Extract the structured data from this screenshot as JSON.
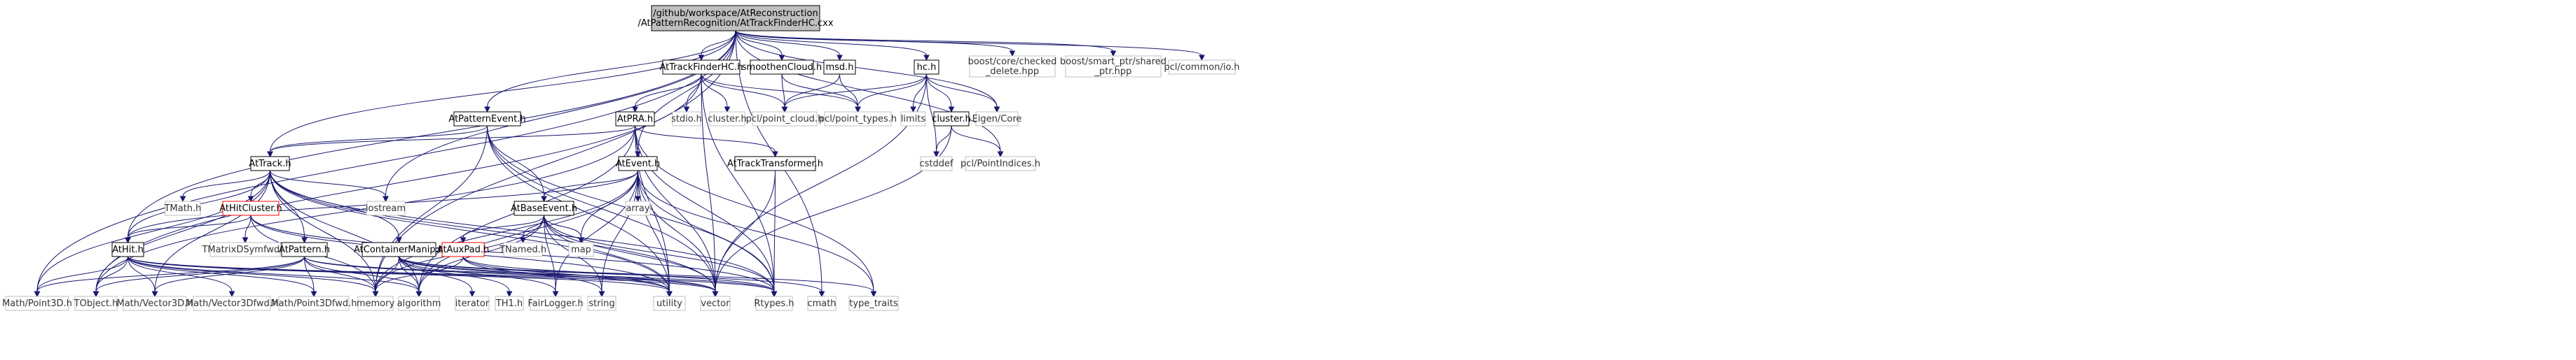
{
  "title": "",
  "nodes": [
    {
      "id": "root",
      "lines": [
        "/github/workspace/AtReconstruction",
        "/AtPatternRecognition/AtTrackFinderHC.cxx"
      ],
      "style": "root"
    },
    {
      "id": "AtTrackFinderHC_h",
      "lines": [
        "AtTrackFinderHC.h"
      ],
      "style": "proj"
    },
    {
      "id": "smoothenCloud_h",
      "lines": [
        "smoothenCloud.h"
      ],
      "style": "proj"
    },
    {
      "id": "msd_h",
      "lines": [
        "msd.h"
      ],
      "style": "proj"
    },
    {
      "id": "hc_h",
      "lines": [
        "hc.h"
      ],
      "style": "proj"
    },
    {
      "id": "boost_checked",
      "lines": [
        "boost/core/checked",
        "_delete.hpp"
      ],
      "style": "ext"
    },
    {
      "id": "boost_smart",
      "lines": [
        "boost/smart_ptr/shared",
        "_ptr.hpp"
      ],
      "style": "ext"
    },
    {
      "id": "pcl_io",
      "lines": [
        "pcl/common/io.h"
      ],
      "style": "ext"
    },
    {
      "id": "AtPatternEvent_h",
      "lines": [
        "AtPatternEvent.h"
      ],
      "style": "proj"
    },
    {
      "id": "AtPRA_h",
      "lines": [
        "AtPRA.h"
      ],
      "style": "proj"
    },
    {
      "id": "stdio_h",
      "lines": [
        "stdio.h"
      ],
      "style": "ext"
    },
    {
      "id": "cluster_h_ext",
      "lines": [
        "cluster.h"
      ],
      "style": "ext"
    },
    {
      "id": "pcl_point_cloud",
      "lines": [
        "pcl/point_cloud.h"
      ],
      "style": "ext"
    },
    {
      "id": "pcl_point_types",
      "lines": [
        "pcl/point_types.h"
      ],
      "style": "ext"
    },
    {
      "id": "limits",
      "lines": [
        "limits"
      ],
      "style": "ext"
    },
    {
      "id": "cluster_h",
      "lines": [
        "cluster.h"
      ],
      "style": "proj"
    },
    {
      "id": "Eigen_Core",
      "lines": [
        "Eigen/Core"
      ],
      "style": "ext"
    },
    {
      "id": "cstddef",
      "lines": [
        "cstddef"
      ],
      "style": "ext"
    },
    {
      "id": "pcl_PointIndices",
      "lines": [
        "pcl/PointIndices.h"
      ],
      "style": "ext"
    },
    {
      "id": "AtTrack_h",
      "lines": [
        "AtTrack.h"
      ],
      "style": "proj"
    },
    {
      "id": "AtEvent_h",
      "lines": [
        "AtEvent.h"
      ],
      "style": "proj"
    },
    {
      "id": "AtTrackTransformer_h",
      "lines": [
        "AtTrackTransformer.h"
      ],
      "style": "proj"
    },
    {
      "id": "TMath_h",
      "lines": [
        "TMath.h"
      ],
      "style": "ext"
    },
    {
      "id": "AtHitCluster_h",
      "lines": [
        "AtHitCluster.h"
      ],
      "style": "red"
    },
    {
      "id": "iostream",
      "lines": [
        "iostream"
      ],
      "style": "ext"
    },
    {
      "id": "array",
      "lines": [
        "array"
      ],
      "style": "ext"
    },
    {
      "id": "AtBaseEvent_h",
      "lines": [
        "AtBaseEvent.h"
      ],
      "style": "proj"
    },
    {
      "id": "TMatrixDSymfwd_h",
      "lines": [
        "TMatrixDSymfwd.h"
      ],
      "style": "ext"
    },
    {
      "id": "AtHit_h",
      "lines": [
        "AtHit.h"
      ],
      "style": "proj"
    },
    {
      "id": "AtPattern_h",
      "lines": [
        "AtPattern.h"
      ],
      "style": "proj"
    },
    {
      "id": "AtContainerManip_h",
      "lines": [
        "AtContainerManip.h"
      ],
      "style": "proj"
    },
    {
      "id": "AtAuxPad_h",
      "lines": [
        "AtAuxPad.h"
      ],
      "style": "red"
    },
    {
      "id": "TNamed_h",
      "lines": [
        "TNamed.h"
      ],
      "style": "ext"
    },
    {
      "id": "map",
      "lines": [
        "map"
      ],
      "style": "ext"
    },
    {
      "id": "MathPoint3D_h",
      "lines": [
        "Math/Point3D.h"
      ],
      "style": "ext"
    },
    {
      "id": "TObject_h",
      "lines": [
        "TObject.h"
      ],
      "style": "ext"
    },
    {
      "id": "MathVector3D_h",
      "lines": [
        "Math/Vector3D.h"
      ],
      "style": "ext"
    },
    {
      "id": "MathVector3Dfwd_h",
      "lines": [
        "Math/Vector3Dfwd.h"
      ],
      "style": "ext"
    },
    {
      "id": "MathPoint3Dfwd_h",
      "lines": [
        "Math/Point3Dfwd.h"
      ],
      "style": "ext"
    },
    {
      "id": "memory",
      "lines": [
        "memory"
      ],
      "style": "ext"
    },
    {
      "id": "algorithm",
      "lines": [
        "algorithm"
      ],
      "style": "ext"
    },
    {
      "id": "iterator",
      "lines": [
        "iterator"
      ],
      "style": "ext"
    },
    {
      "id": "TH1_h",
      "lines": [
        "TH1.h"
      ],
      "style": "ext"
    },
    {
      "id": "FairLogger_h",
      "lines": [
        "FairLogger.h"
      ],
      "style": "ext"
    },
    {
      "id": "string",
      "lines": [
        "string"
      ],
      "style": "ext"
    },
    {
      "id": "utility",
      "lines": [
        "utility"
      ],
      "style": "ext"
    },
    {
      "id": "vector",
      "lines": [
        "vector"
      ],
      "style": "ext"
    },
    {
      "id": "Rtypes_h",
      "lines": [
        "Rtypes.h"
      ],
      "style": "ext"
    },
    {
      "id": "cmath",
      "lines": [
        "cmath"
      ],
      "style": "ext"
    },
    {
      "id": "type_traits",
      "lines": [
        "type_traits"
      ],
      "style": "ext"
    }
  ],
  "edges": [
    [
      "root",
      "AtTrackFinderHC_h"
    ],
    [
      "root",
      "smoothenCloud_h"
    ],
    [
      "root",
      "msd_h"
    ],
    [
      "root",
      "hc_h"
    ],
    [
      "root",
      "boost_checked"
    ],
    [
      "root",
      "boost_smart"
    ],
    [
      "root",
      "pcl_io"
    ],
    [
      "root",
      "AtPatternEvent_h"
    ],
    [
      "root",
      "AtTrack_h"
    ],
    [
      "root",
      "AtHit_h"
    ],
    [
      "root",
      "AtEvent_h"
    ],
    [
      "root",
      "MathPoint3D_h"
    ],
    [
      "root",
      "memory"
    ],
    [
      "root",
      "iostream"
    ],
    [
      "root",
      "Eigen_Core"
    ],
    [
      "root",
      "cmath"
    ],
    [
      "root",
      "pcl_PointIndices"
    ],
    [
      "AtTrackFinderHC_h",
      "AtPRA_h"
    ],
    [
      "AtTrackFinderHC_h",
      "stdio_h"
    ],
    [
      "AtTrackFinderHC_h",
      "cluster_h_ext"
    ],
    [
      "AtTrackFinderHC_h",
      "pcl_point_cloud"
    ],
    [
      "AtTrackFinderHC_h",
      "pcl_point_types"
    ],
    [
      "AtTrackFinderHC_h",
      "Rtypes_h"
    ],
    [
      "AtTrackFinderHC_h",
      "vector"
    ],
    [
      "AtTrackFinderHC_h",
      "TObject_h"
    ],
    [
      "smoothenCloud_h",
      "pcl_point_cloud"
    ],
    [
      "smoothenCloud_h",
      "pcl_point_types"
    ],
    [
      "msd_h",
      "pcl_point_cloud"
    ],
    [
      "msd_h",
      "pcl_point_types"
    ],
    [
      "hc_h",
      "cluster_h"
    ],
    [
      "hc_h",
      "limits"
    ],
    [
      "hc_h",
      "cstddef"
    ],
    [
      "hc_h",
      "Eigen_Core"
    ],
    [
      "hc_h",
      "pcl_point_cloud"
    ],
    [
      "hc_h",
      "pcl_point_types"
    ],
    [
      "hc_h",
      "vector"
    ],
    [
      "cluster_h",
      "cstddef"
    ],
    [
      "cluster_h",
      "pcl_PointIndices"
    ],
    [
      "cluster_h",
      "vector"
    ],
    [
      "AtPatternEvent_h",
      "AtTrack_h"
    ],
    [
      "AtPatternEvent_h",
      "AtBaseEvent_h"
    ],
    [
      "AtPatternEvent_h",
      "utility"
    ],
    [
      "AtPatternEvent_h",
      "vector"
    ],
    [
      "AtPatternEvent_h",
      "Rtypes_h"
    ],
    [
      "AtPatternEvent_h",
      "memory"
    ],
    [
      "AtPRA_h",
      "AtTrack_h"
    ],
    [
      "AtPRA_h",
      "AtTrackTransformer_h"
    ],
    [
      "AtPRA_h",
      "Rtypes_h"
    ],
    [
      "AtPRA_h",
      "algorithm"
    ],
    [
      "AtPRA_h",
      "vector"
    ],
    [
      "AtPRA_h",
      "type_traits"
    ],
    [
      "AtPRA_h",
      "TObject_h"
    ],
    [
      "AtPRA_h",
      "utility"
    ],
    [
      "AtTrackTransformer_h",
      "Rtypes_h"
    ],
    [
      "AtTrackTransformer_h",
      "vector"
    ],
    [
      "AtEvent_h",
      "AtBaseEvent_h"
    ],
    [
      "AtEvent_h",
      "AtHit_h"
    ],
    [
      "AtEvent_h",
      "array"
    ],
    [
      "AtEvent_h",
      "map"
    ],
    [
      "AtEvent_h",
      "memory"
    ],
    [
      "AtEvent_h",
      "algorithm"
    ],
    [
      "AtEvent_h",
      "utility"
    ],
    [
      "AtEvent_h",
      "vector"
    ],
    [
      "AtEvent_h",
      "Rtypes_h"
    ],
    [
      "AtEvent_h",
      "type_traits"
    ],
    [
      "AtEvent_h",
      "FairLogger_h"
    ],
    [
      "AtEvent_h",
      "string"
    ],
    [
      "AtTrack_h",
      "TMath_h"
    ],
    [
      "AtTrack_h",
      "AtHitCluster_h"
    ],
    [
      "AtTrack_h",
      "AtHit_h"
    ],
    [
      "AtTrack_h",
      "AtPattern_h"
    ],
    [
      "AtTrack_h",
      "AtContainerManip_h"
    ],
    [
      "AtTrack_h",
      "iostream"
    ],
    [
      "AtTrack_h",
      "MathPoint3D_h"
    ],
    [
      "AtTrack_h",
      "TObject_h"
    ],
    [
      "AtTrack_h",
      "memory"
    ],
    [
      "AtTrack_h",
      "algorithm"
    ],
    [
      "AtTrack_h",
      "Rtypes_h"
    ],
    [
      "AtTrack_h",
      "vector"
    ],
    [
      "AtTrack_h",
      "utility"
    ],
    [
      "AtTrack_h",
      "MathVector3D_h"
    ],
    [
      "AtHitCluster_h",
      "AtHit_h"
    ],
    [
      "AtHitCluster_h",
      "TMatrixDSymfwd_h"
    ],
    [
      "AtHitCluster_h",
      "memory"
    ],
    [
      "AtHitCluster_h",
      "Rtypes_h"
    ],
    [
      "AtHitCluster_h",
      "utility"
    ],
    [
      "AtBaseEvent_h",
      "AtAuxPad_h"
    ],
    [
      "AtBaseEvent_h",
      "TNamed_h"
    ],
    [
      "AtBaseEvent_h",
      "map"
    ],
    [
      "AtBaseEvent_h",
      "string"
    ],
    [
      "AtBaseEvent_h",
      "utility"
    ],
    [
      "AtBaseEvent_h",
      "vector"
    ],
    [
      "AtBaseEvent_h",
      "Rtypes_h"
    ],
    [
      "AtBaseEvent_h",
      "memory"
    ],
    [
      "AtBaseEvent_h",
      "algorithm"
    ],
    [
      "AtBaseEvent_h",
      "FairLogger_h"
    ],
    [
      "AtHit_h",
      "MathPoint3D_h"
    ],
    [
      "AtHit_h",
      "TObject_h"
    ],
    [
      "AtHit_h",
      "MathVector3D_h"
    ],
    [
      "AtHit_h",
      "MathVector3Dfwd_h"
    ],
    [
      "AtHit_h",
      "MathPoint3Dfwd_h"
    ],
    [
      "AtHit_h",
      "memory"
    ],
    [
      "AtHit_h",
      "algorithm"
    ],
    [
      "AtHit_h",
      "utility"
    ],
    [
      "AtHit_h",
      "vector"
    ],
    [
      "AtHit_h",
      "Rtypes_h"
    ],
    [
      "AtPattern_h",
      "MathPoint3D_h"
    ],
    [
      "AtPattern_h",
      "TObject_h"
    ],
    [
      "AtPattern_h",
      "MathVector3D_h"
    ],
    [
      "AtPattern_h",
      "MathPoint3Dfwd_h"
    ],
    [
      "AtPattern_h",
      "memory"
    ],
    [
      "AtPattern_h",
      "algorithm"
    ],
    [
      "AtPattern_h",
      "vector"
    ],
    [
      "AtPattern_h",
      "Rtypes_h"
    ],
    [
      "AtContainerManip_h",
      "iterator"
    ],
    [
      "AtContainerManip_h",
      "TH1_h"
    ],
    [
      "AtContainerManip_h",
      "FairLogger_h"
    ],
    [
      "AtContainerManip_h",
      "memory"
    ],
    [
      "AtContainerManip_h",
      "algorithm"
    ],
    [
      "AtContainerManip_h",
      "vector"
    ],
    [
      "AtContainerManip_h",
      "type_traits"
    ],
    [
      "AtContainerManip_h",
      "utility"
    ],
    [
      "AtContainerManip_h",
      "cmath"
    ],
    [
      "AtAuxPad_h",
      "string"
    ],
    [
      "AtAuxPad_h",
      "Rtypes_h"
    ],
    [
      "AtAuxPad_h",
      "memory"
    ],
    [
      "AtAuxPad_h",
      "utility"
    ]
  ]
}
